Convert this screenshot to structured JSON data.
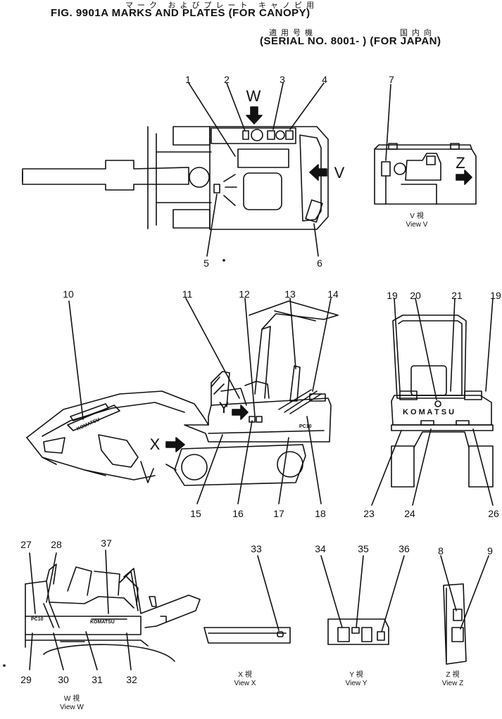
{
  "header": {
    "title_kana": "マーク およびプレート キャノピ用",
    "title": "FIG. 9901A  MARKS AND PLATES (FOR CANOPY)",
    "serial_kana": "適用号機",
    "market_kana": "国内向",
    "serial": "(SERIAL NO. 8001- ) (FOR JAPAN)"
  },
  "views": {
    "v": {
      "kana": "V 視",
      "label": "View V"
    },
    "w": {
      "kana": "W 視",
      "label": "View W"
    },
    "x": {
      "kana": "X 視",
      "label": "View X"
    },
    "y": {
      "kana": "Y 視",
      "label": "View Y"
    },
    "z": {
      "kana": "Z 視",
      "label": "View Z"
    }
  },
  "arrows": {
    "w": "W",
    "v": "V",
    "x": "X",
    "y": "Y",
    "z": "Z"
  },
  "plates": {
    "komatsu_rear": "K O M A T S U",
    "komatsu_side": "KOMATSU",
    "komatsu_arm": "KOMATSU",
    "model": "PC10",
    "model_w": "PC10"
  },
  "callouts": [
    "1",
    "2",
    "3",
    "4",
    "5",
    "6",
    "7",
    "8",
    "9",
    "10",
    "11",
    "12",
    "13",
    "14",
    "15",
    "16",
    "17",
    "18",
    "19",
    "19",
    "20",
    "21",
    "23",
    "24",
    "26",
    "27",
    "28",
    "29",
    "30",
    "31",
    "32",
    "33",
    "34",
    "35",
    "36",
    "37"
  ]
}
